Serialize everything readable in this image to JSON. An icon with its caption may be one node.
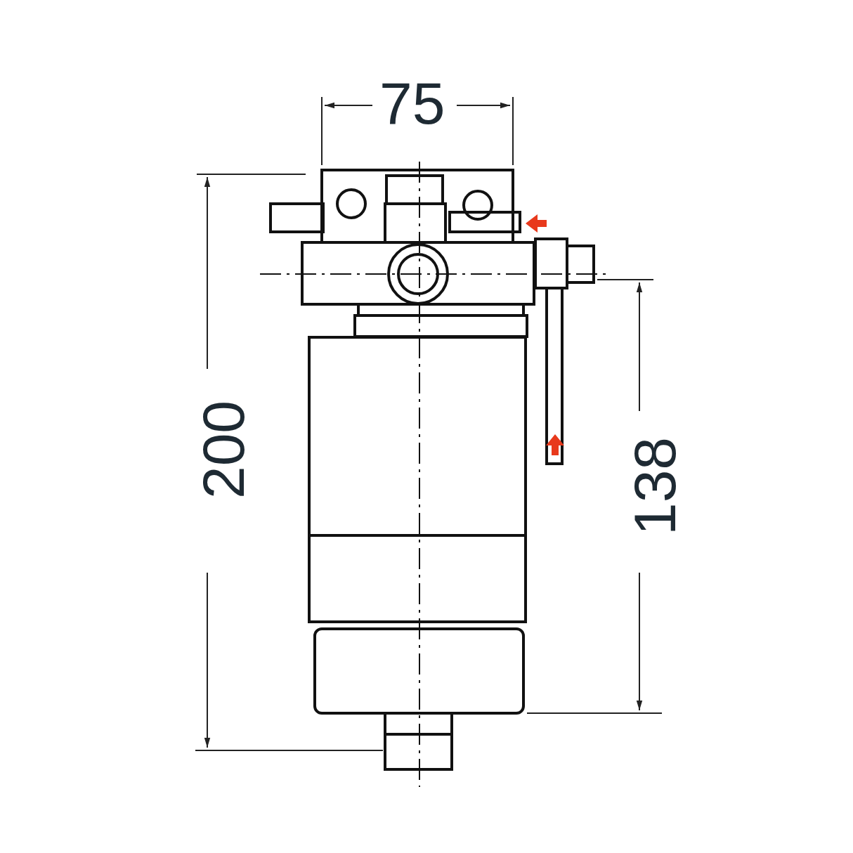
{
  "diagram": {
    "labels": [
      "75",
      "200",
      "138"
    ]
  }
}
